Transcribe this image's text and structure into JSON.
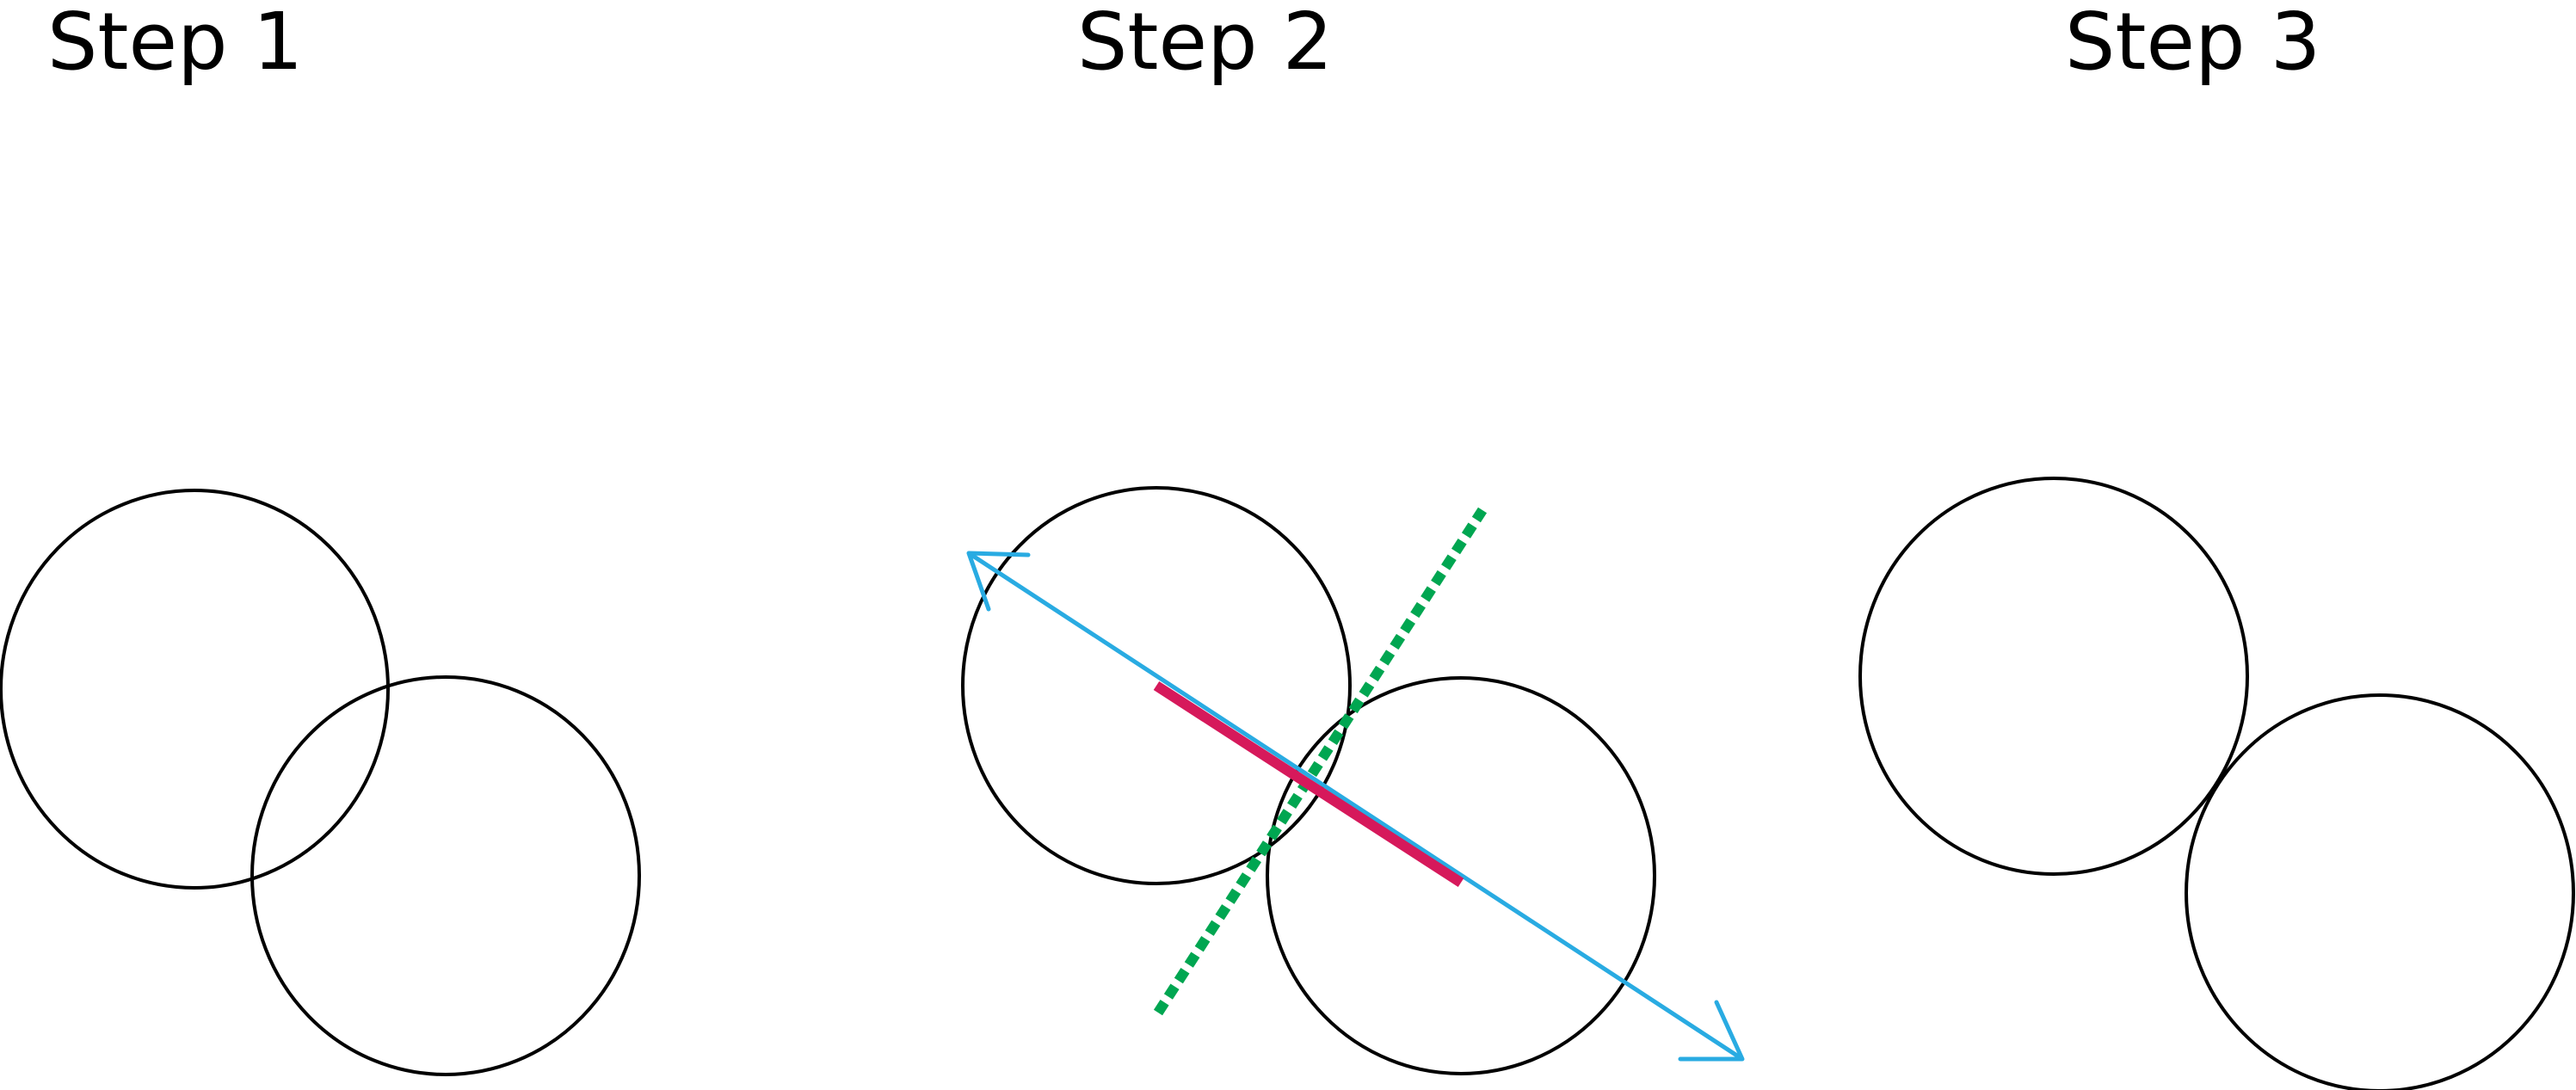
{
  "steps": [
    {
      "title": "Step 1"
    },
    {
      "title": "Step 2"
    },
    {
      "title": "Step 3"
    }
  ],
  "colors": {
    "circle_stroke": "#000000",
    "direction_arrow": "#29abe2",
    "overlap_segment": "#d6195b",
    "separating_line": "#00a651",
    "background": "#ffffff"
  },
  "icons": {
    "arrow_head": "arrow-head-icon"
  }
}
